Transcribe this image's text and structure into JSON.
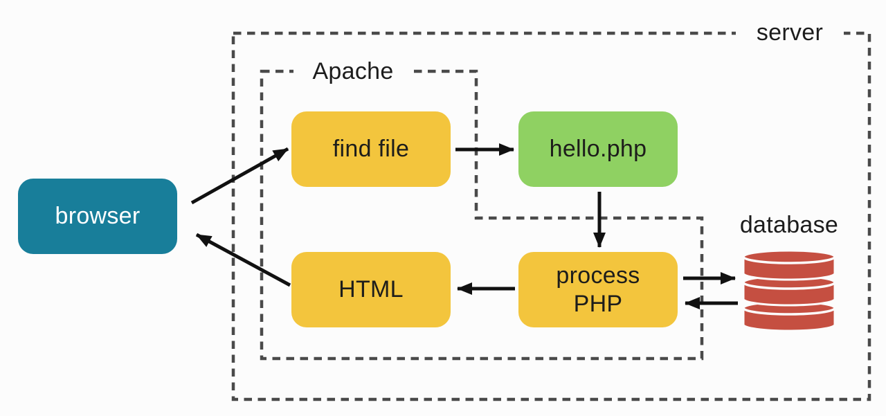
{
  "diagram": {
    "containers": {
      "server": {
        "label": "server"
      },
      "apache": {
        "label": "Apache"
      }
    },
    "nodes": {
      "browser": {
        "label": "browser",
        "bg": "#187e9a",
        "fg": "#ffffff"
      },
      "find_file": {
        "label": "find file",
        "bg": "#f3c53d",
        "fg": "#1d1d1b"
      },
      "hello_php": {
        "label": "hello.php",
        "bg": "#8fd162",
        "fg": "#1d1d1b"
      },
      "html": {
        "label": "HTML",
        "bg": "#f3c53d",
        "fg": "#1d1d1b"
      },
      "process_php": {
        "label": "process\nPHP",
        "bg": "#f3c53d",
        "fg": "#1d1d1b"
      },
      "database": {
        "label": "database",
        "fg": "#1c1c1c"
      }
    },
    "edges": [
      {
        "from": "browser",
        "to": "find file"
      },
      {
        "from": "find file",
        "to": "hello.php"
      },
      {
        "from": "hello.php",
        "to": "process PHP"
      },
      {
        "from": "process PHP",
        "to": "HTML"
      },
      {
        "from": "HTML",
        "to": "browser"
      },
      {
        "from": "process PHP",
        "to": "database"
      },
      {
        "from": "database",
        "to": "process PHP"
      }
    ],
    "colors": {
      "background": "#fcfcfc",
      "dash": "#4a4a4a",
      "arrow": "#111111",
      "database": "#c54f41"
    }
  }
}
